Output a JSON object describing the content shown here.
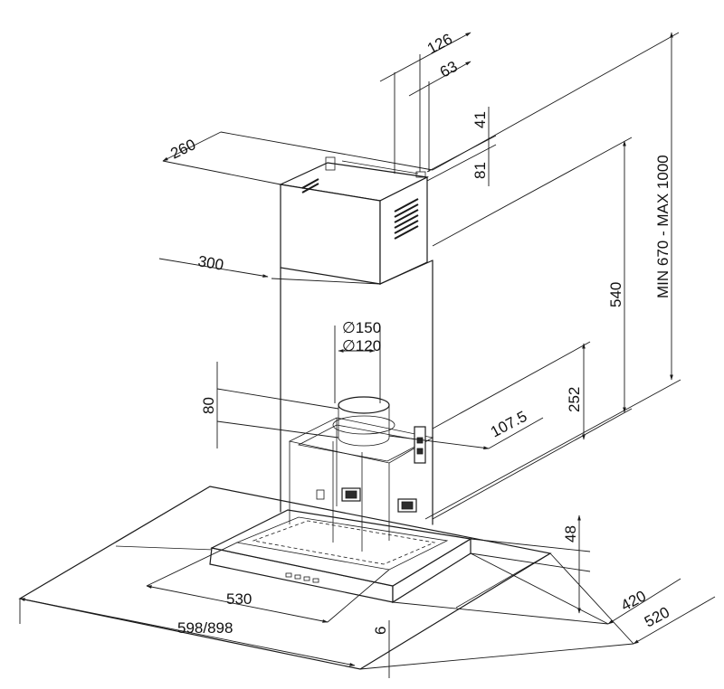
{
  "dimensions": {
    "top_126": "126",
    "top_63": "63",
    "side_41": "41",
    "side_81": "81",
    "chimney_depth": "260",
    "chimney_width": "300",
    "duct_outer": "∅150",
    "duct_inner": "∅120",
    "chimney_height": "MIN  670  -  MAX  1000",
    "body_height": "540",
    "box_height": "252",
    "offset_80": "80",
    "offset_107": "107.5",
    "canopy_height": "48",
    "filter_width": "530",
    "overall_width": "598/898",
    "glass_thickness": "6",
    "depth_420": "420",
    "depth_520": "520"
  }
}
